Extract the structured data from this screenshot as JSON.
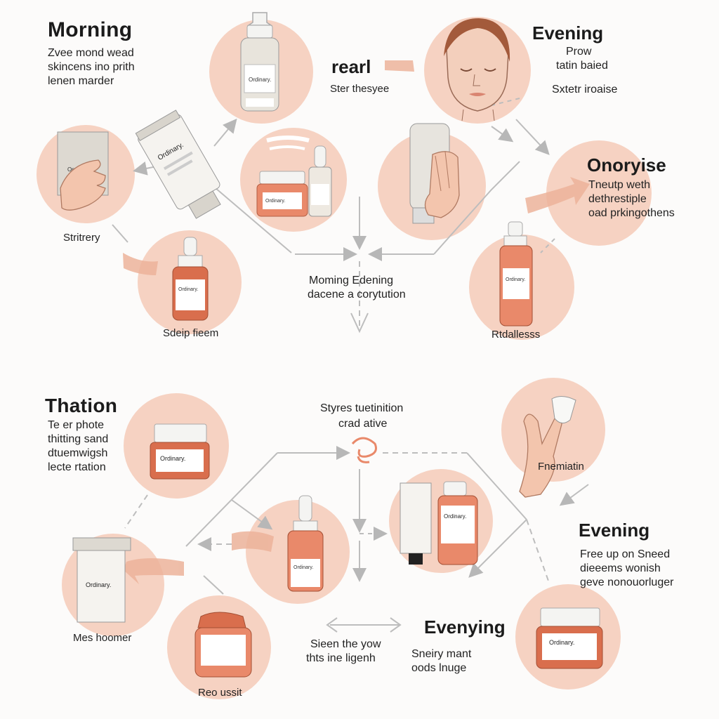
{
  "top": {
    "morning": {
      "title": "Morning",
      "lines": [
        "Zvee mond wead",
        "skincens ino prith",
        "lenen marder"
      ]
    },
    "center_small": {
      "title": "rearl",
      "caption": "Ster thesyee"
    },
    "evening": {
      "title": "Evening",
      "lines": [
        "Prow",
        "tatin baied"
      ],
      "caption": "Sxtetr iroaise"
    },
    "onoryise": {
      "title": "Onoryise",
      "lines": [
        "Tneutp weth",
        "dethrestiple",
        "oad prkingothens"
      ]
    },
    "label_left": "Stritrery",
    "label_bottom_left": "Sdeip fieem",
    "center_note": [
      "Moming Edening",
      "dacene a corytution"
    ],
    "label_bottom_right": "Rtdallesss"
  },
  "bottom": {
    "thation": {
      "title": "Thation",
      "lines": [
        "Te er phote",
        "thitting sand",
        "dtuemwigsh",
        "lecte rtation"
      ]
    },
    "center_top": [
      "Styres tuetinition",
      "crad ative"
    ],
    "label_hand": "Fnemiatin",
    "evening": {
      "title": "Evening",
      "lines": [
        "Free up on Sneed",
        "dieeems wonish",
        "geve nonouorluger"
      ]
    },
    "label_left": "Mes hoomer",
    "center_bottom": [
      "Sieen the yow",
      "thts ine ligenh"
    ],
    "evenying": {
      "title": "Evenying",
      "lines": [
        "Sneiry mant",
        "oods lnuge"
      ]
    },
    "label_jar": "Reo ussit"
  },
  "product_brand": "Ordinary.",
  "colors": {
    "circle": "#f6d2c2",
    "product_orange": "#e9896a",
    "bottle_dark": "#d96e4d",
    "tube_grey": "#ddd9d1",
    "arrow_grey": "#b7b7b7",
    "arrow_peach": "#ecb39a",
    "skin": "#f3c5ad"
  }
}
